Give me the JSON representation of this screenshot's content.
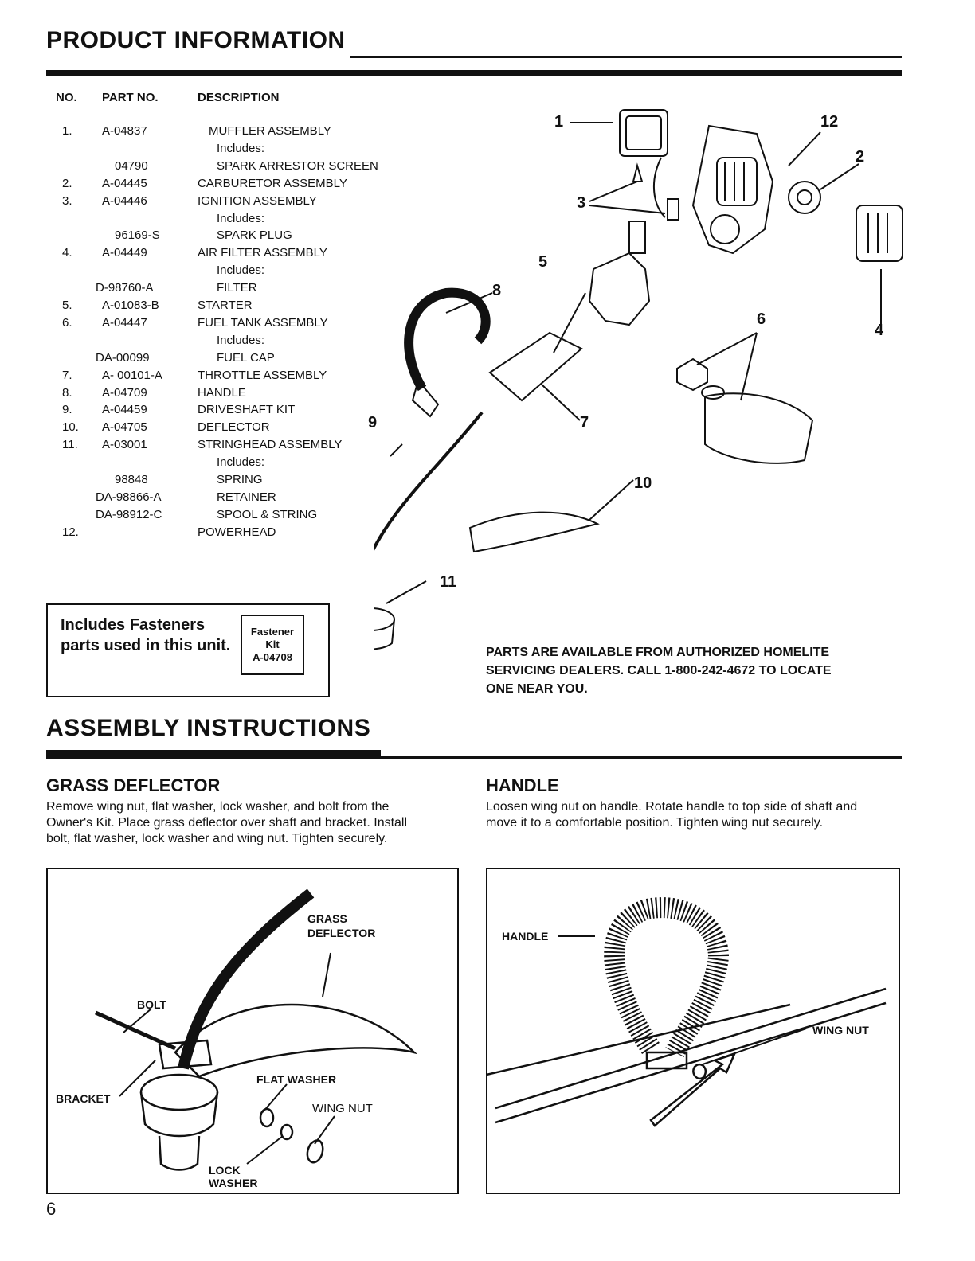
{
  "product_info": {
    "title": "PRODUCT INFORMATION",
    "headers": {
      "no": "NO.",
      "part_no": "PART NO.",
      "description": "DESCRIPTION"
    },
    "rows": [
      {
        "no": "1.",
        "part": "A-04837",
        "desc": "MUFFLER ASSEMBLY",
        "sub": false
      },
      {
        "no": "",
        "part": "",
        "desc": "Includes:",
        "sub": true
      },
      {
        "no": "",
        "part": "04790",
        "desc": "SPARK ARRESTOR SCREEN",
        "sub": true
      },
      {
        "no": "2.",
        "part": "A-04445",
        "desc": "CARBURETOR ASSEMBLY",
        "sub": false
      },
      {
        "no": "3.",
        "part": "A-04446",
        "desc": "IGNITION ASSEMBLY",
        "sub": false
      },
      {
        "no": "",
        "part": "",
        "desc": "Includes:",
        "sub": true
      },
      {
        "no": "",
        "part": "96169-S",
        "desc": "SPARK PLUG",
        "sub": true
      },
      {
        "no": "4.",
        "part": "A-04449",
        "desc": "AIR FILTER ASSEMBLY",
        "sub": false
      },
      {
        "no": "",
        "part": "",
        "desc": "Includes:",
        "sub": true
      },
      {
        "no": "",
        "part": "D-98760-A",
        "desc": "FILTER",
        "sub": true
      },
      {
        "no": "5.",
        "part": "A-01083-B",
        "desc": "STARTER",
        "sub": false
      },
      {
        "no": "6.",
        "part": "A-04447",
        "desc": "FUEL TANK ASSEMBLY",
        "sub": false
      },
      {
        "no": "",
        "part": "",
        "desc": "Includes:",
        "sub": true
      },
      {
        "no": "",
        "part": "DA-00099",
        "desc": "FUEL CAP",
        "sub": true
      },
      {
        "no": "7.",
        "part": "A- 00101-A",
        "desc": "THROTTLE ASSEMBLY",
        "sub": false
      },
      {
        "no": "8.",
        "part": "A-04709",
        "desc": "HANDLE",
        "sub": false
      },
      {
        "no": "9.",
        "part": "A-04459",
        "desc": "DRIVESHAFT KIT",
        "sub": false
      },
      {
        "no": "10.",
        "part": "A-04705",
        "desc": "DEFLECTOR",
        "sub": false
      },
      {
        "no": "11.",
        "part": "A-03001",
        "desc": "STRINGHEAD ASSEMBLY",
        "sub": false
      },
      {
        "no": "",
        "part": "",
        "desc": "Includes:",
        "sub": true
      },
      {
        "no": "",
        "part": "98848",
        "desc": "SPRING",
        "sub": true
      },
      {
        "no": "",
        "part": "DA-98866-A",
        "desc": "RETAINER",
        "sub": true
      },
      {
        "no": "",
        "part": "DA-98912-C",
        "desc": "SPOOL & STRING",
        "sub": true
      },
      {
        "no": "12.",
        "part": "",
        "desc": "POWERHEAD",
        "sub": false
      }
    ],
    "callouts": [
      "1",
      "2",
      "3",
      "4",
      "5",
      "6",
      "7",
      "8",
      "9",
      "10",
      "11",
      "12"
    ],
    "fastener_box": {
      "text_line1": "Includes Fasteners",
      "text_line2": "parts used in this unit.",
      "kit_line1": "Fastener",
      "kit_line2": "Kit",
      "kit_line3": "A-04708"
    },
    "parts_notice": {
      "line1": "PARTS ARE AVAILABLE FROM AUTHORIZED HOMELITE",
      "line2": "SERVICING DEALERS.  CALL 1-800-242-4672 TO LOCATE",
      "line3": "ONE NEAR YOU."
    }
  },
  "assembly": {
    "title": "ASSEMBLY INSTRUCTIONS",
    "grass_deflector": {
      "heading": "GRASS DEFLECTOR",
      "line1": "Remove wing nut, flat washer, lock washer, and bolt from the",
      "line2": "Owner's Kit.  Place grass deflector over shaft and bracket. Install",
      "line3": "bolt, flat washer, lock washer and wing nut. Tighten securely.",
      "labels": {
        "grass": "GRASS",
        "deflector": "DEFLECTOR",
        "bolt": "BOLT",
        "bracket": "BRACKET",
        "flat_washer": "FLAT WASHER",
        "wing_nut": "WING NUT",
        "lock": "LOCK",
        "washer": "WASHER"
      }
    },
    "handle": {
      "heading": "HANDLE",
      "line1": "Loosen wing nut on handle.  Rotate handle to top side of shaft and",
      "line2": "move it to a comfortable position.  Tighten wing nut securely.",
      "labels": {
        "handle": "HANDLE",
        "wing_nut": "WING NUT"
      }
    }
  },
  "page_number": "6"
}
